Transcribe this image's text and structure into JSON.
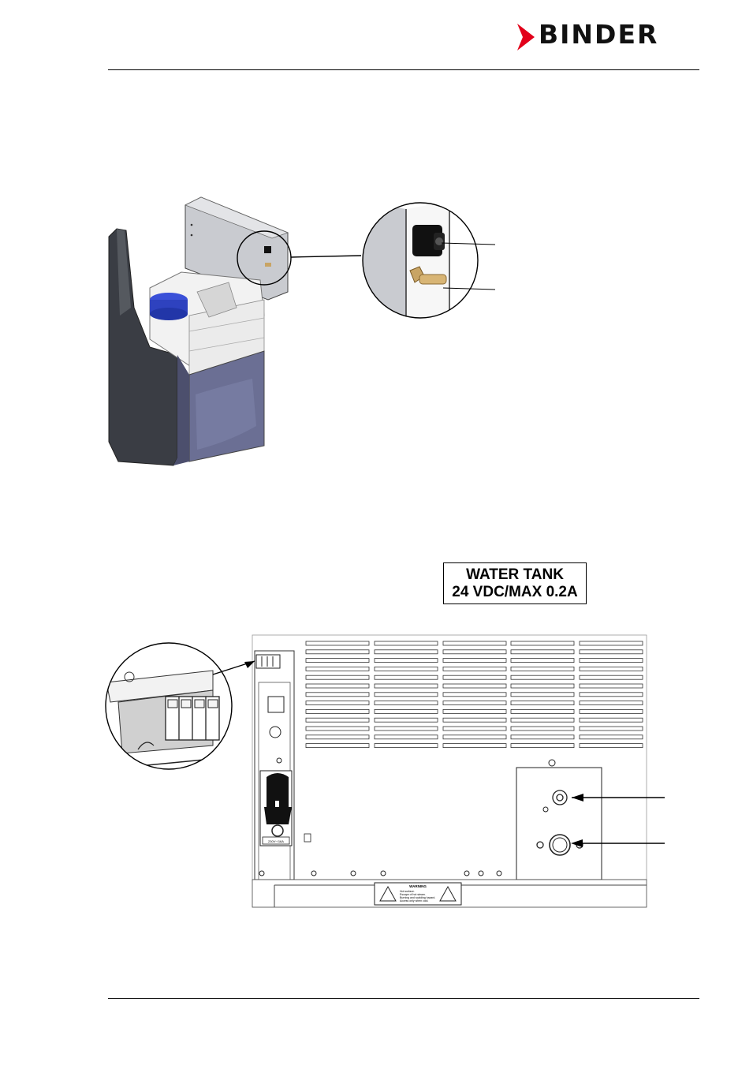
{
  "header": {
    "brand": "BINDER",
    "brand_color": "#e2001a"
  },
  "water_tank_label": {
    "line1": "WATER TANK",
    "line2": "24 VDC/MAX 0.2A"
  },
  "rear_panel": {
    "warning_title": "WARNING",
    "warning_lines": [
      "Hot surface.",
      "Escape of hot steam.",
      "Burning and scalding hazard.",
      "Access only when cold."
    ],
    "power_rating": "230V~/16A"
  }
}
